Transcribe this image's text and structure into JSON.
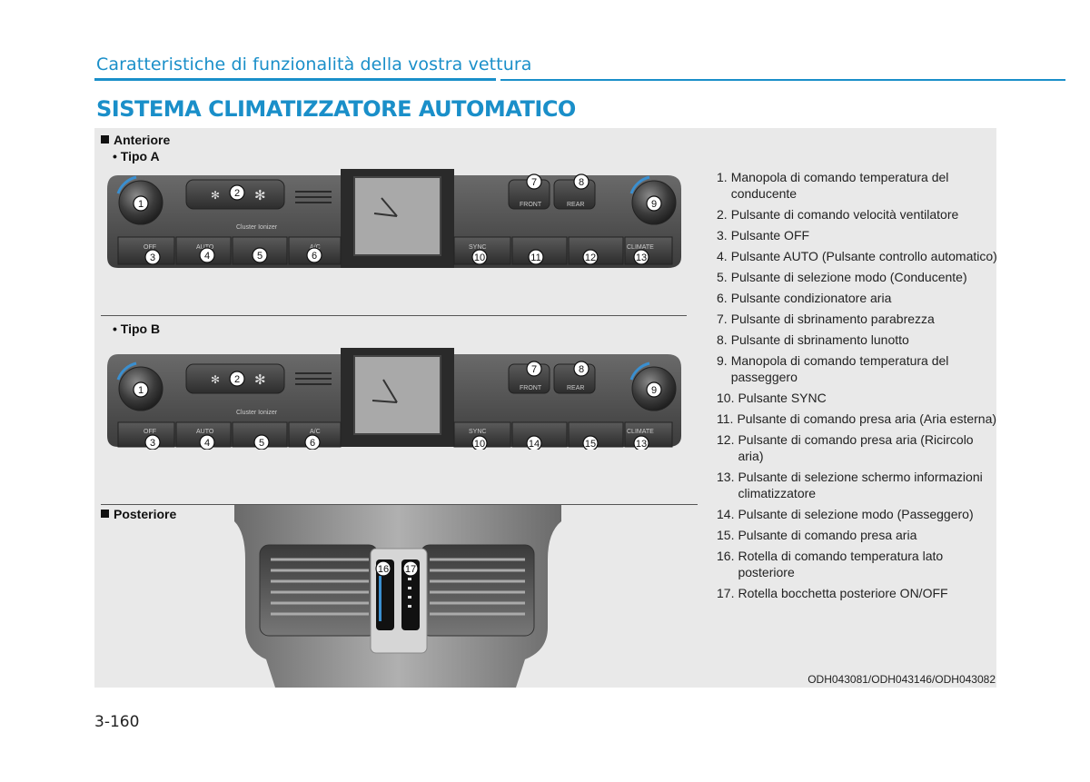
{
  "header": {
    "running_title": "Caratteristiche di funzionalità della vostra vettura",
    "section_title": "SISTEMA CLIMATIZZATORE AUTOMATICO"
  },
  "labels": {
    "front": "Anteriore",
    "type_a": "• Tipo A",
    "type_b": "• Tipo B",
    "rear": "Posteriore"
  },
  "panel_text": {
    "off": "OFF",
    "auto": "AUTO",
    "ac": "A/C",
    "sync": "SYNC",
    "climate": "CLIMATE",
    "front_defrost": "FRONT",
    "rear_defrost": "REAR",
    "ionizer": "Cluster Ionizer"
  },
  "callouts_a": [
    "1",
    "2",
    "3",
    "4",
    "5",
    "6",
    "7",
    "8",
    "9",
    "10",
    "11",
    "12",
    "13"
  ],
  "callouts_b": [
    "1",
    "2",
    "3",
    "4",
    "5",
    "6",
    "7",
    "8",
    "9",
    "10",
    "14",
    "15",
    "13"
  ],
  "callouts_rear": [
    "16",
    "17"
  ],
  "items": [
    {
      "num": "1.",
      "text": "Manopola di comando temperatura del conducente"
    },
    {
      "num": "2.",
      "text": "Pulsante di comando velocità ventilatore"
    },
    {
      "num": "3.",
      "text": "Pulsante OFF"
    },
    {
      "num": "4.",
      "text": "Pulsante AUTO (Pulsante controllo automatico)"
    },
    {
      "num": "5.",
      "text": "Pulsante di selezione modo (Conducente)"
    },
    {
      "num": "6.",
      "text": "Pulsante condizionatore aria"
    },
    {
      "num": "7.",
      "text": "Pulsante di sbrinamento parabrezza"
    },
    {
      "num": "8.",
      "text": "Pulsante di sbrinamento lunotto"
    },
    {
      "num": "9.",
      "text": "Manopola di comando temperatura del passeggero"
    },
    {
      "num": "10.",
      "text": "Pulsante SYNC"
    },
    {
      "num": "11.",
      "text": "Pulsante di comando presa aria (Aria esterna)"
    },
    {
      "num": "12.",
      "text": "Pulsante di comando presa aria (Ricircolo aria)"
    },
    {
      "num": "13.",
      "text": "Pulsante di selezione schermo informazioni climatizzatore"
    },
    {
      "num": "14.",
      "text": "Pulsante di selezione modo (Passeggero)"
    },
    {
      "num": "15.",
      "text": "Pulsante di comando presa aria"
    },
    {
      "num": "16.",
      "text": "Rotella di comando temperatura lato posteriore"
    },
    {
      "num": "17.",
      "text": "Rotella bocchetta posteriore ON/OFF"
    }
  ],
  "credits": "ODH043081/ODH043146/ODH043082",
  "page_number": "3-160"
}
